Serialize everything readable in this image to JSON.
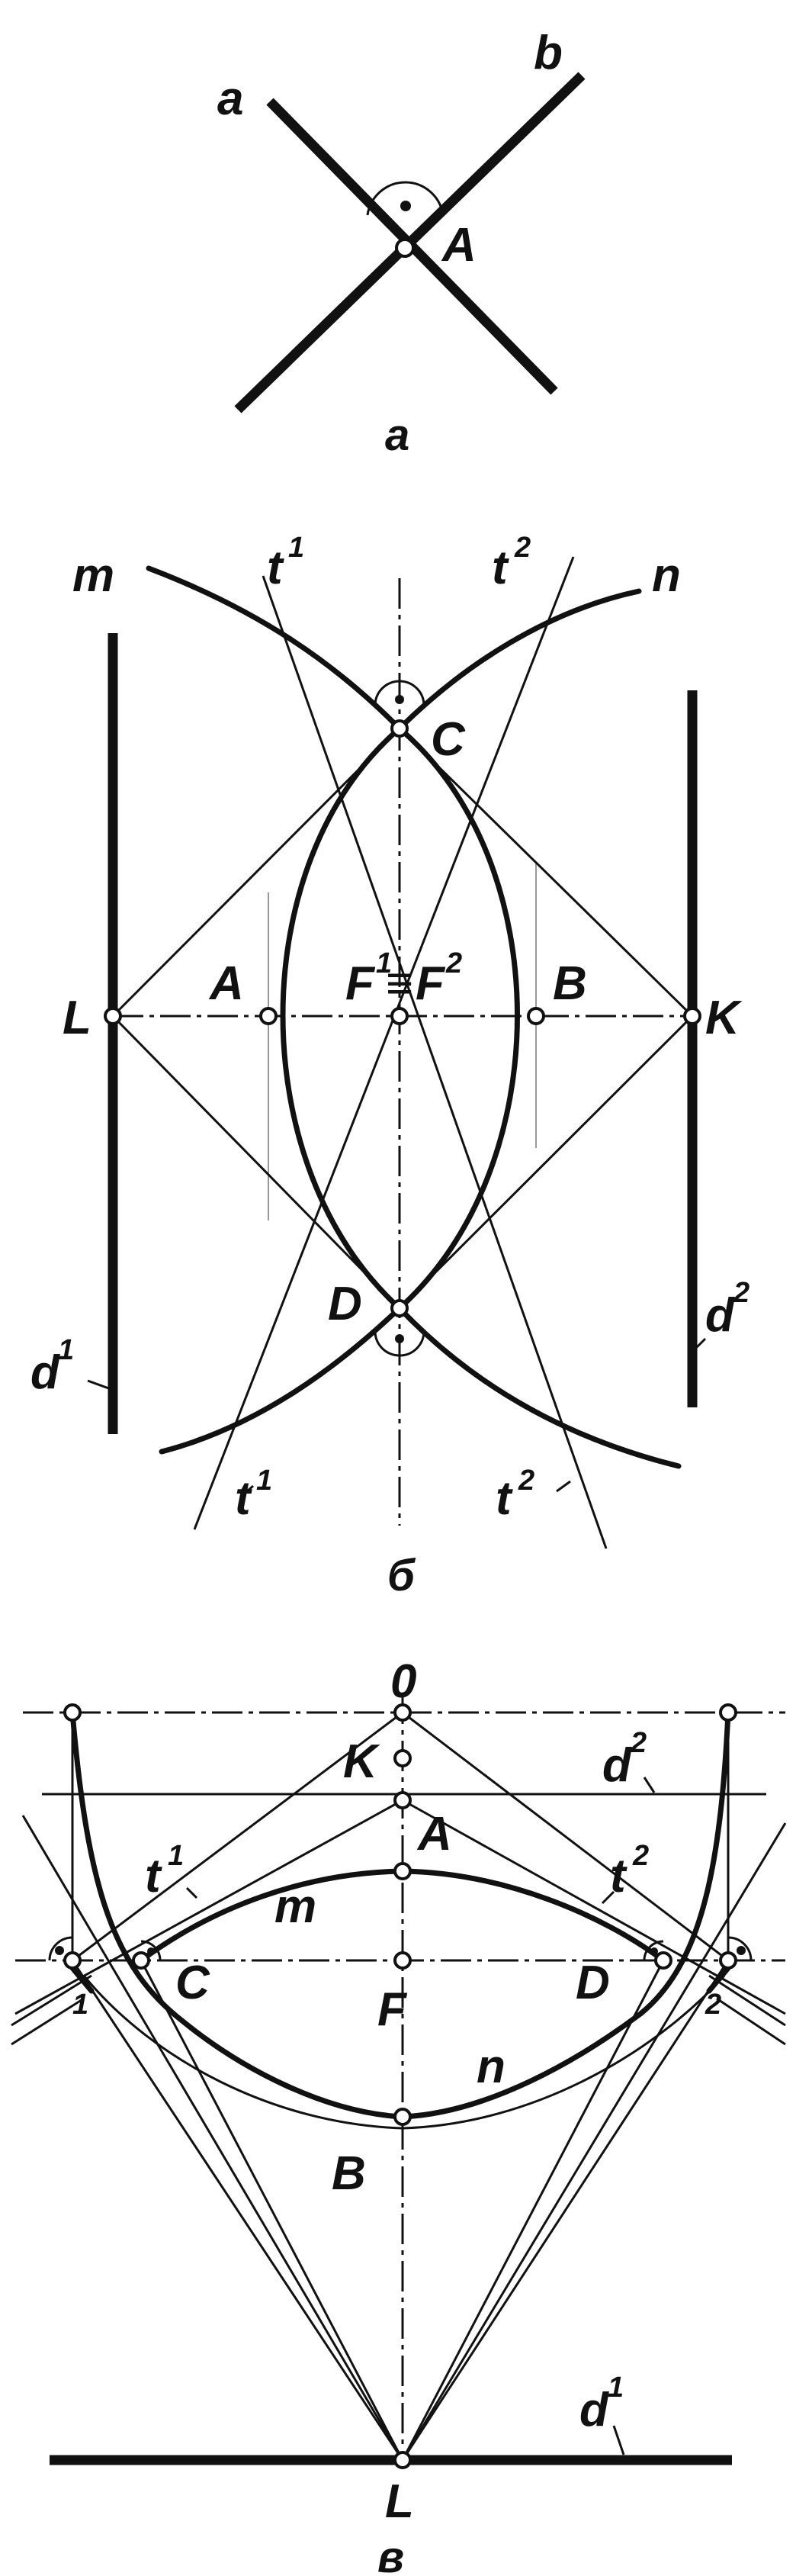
{
  "panel_a": {
    "caption": "а",
    "labels": {
      "line_a": "a",
      "line_b": "b",
      "point_A": "A"
    }
  },
  "panel_b": {
    "caption": "б",
    "labels": {
      "m": "m",
      "n": "n",
      "t1_top": "t",
      "t1_top_sup": "1",
      "t2_top": "t",
      "t2_top_sup": "2",
      "C": "C",
      "D": "D",
      "A": "A",
      "B": "B",
      "F_pre": "F",
      "F_pre_sup": "1",
      "F_eq": "≡",
      "F_post": "F",
      "F_post_sup": "2",
      "L": "L",
      "K": "K",
      "d1": "d",
      "d1_sup": "1",
      "d2": "d",
      "d2_sup": "2",
      "t1_bot": "t",
      "t1_bot_sup": "1",
      "t2_bot": "t",
      "t2_bot_sup": "2"
    }
  },
  "panel_c": {
    "caption": "в",
    "labels": {
      "O": "0",
      "K": "K",
      "A": "A",
      "d2": "d",
      "d2_sup": "2",
      "t1": "t",
      "t1_sup": "1",
      "t2": "t",
      "t2_sup": "2",
      "m": "m",
      "n": "n",
      "C": "C",
      "D": "D",
      "F": "F",
      "B": "B",
      "p1": "1",
      "p2": "2",
      "d1": "d",
      "d1_sup": "1",
      "L": "L"
    }
  }
}
